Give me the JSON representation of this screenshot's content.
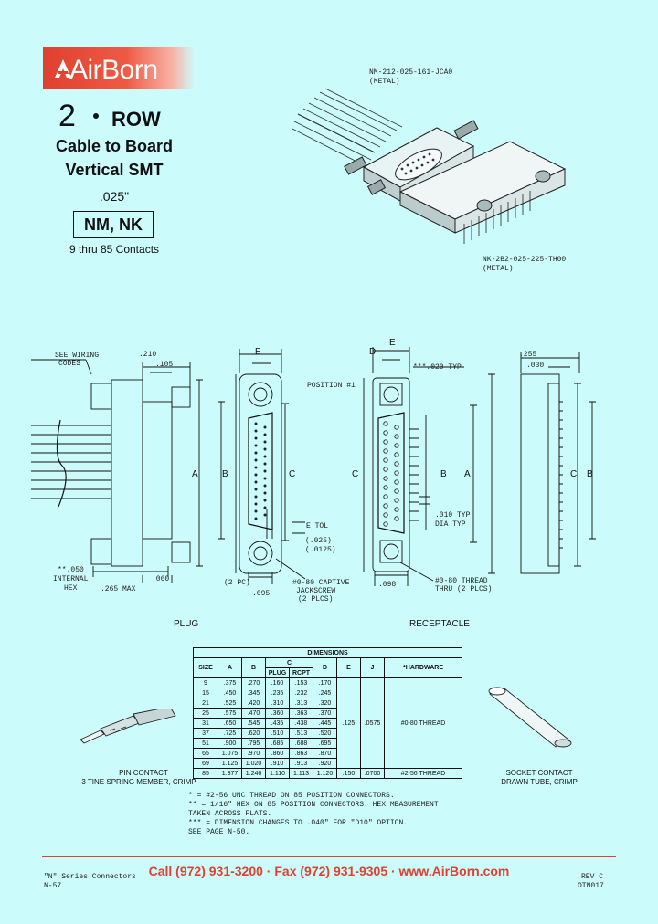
{
  "brand": {
    "logo_text": "AirBorn"
  },
  "heading": {
    "row_number": "2",
    "row_word": "ROW",
    "subtitle_1": "Cable to Board",
    "subtitle_2": "Vertical SMT",
    "pitch": ".025\"",
    "series": "NM, NK",
    "contacts": "9 thru 85 Contacts"
  },
  "photo": {
    "part_top": "NM-212-025-161-JCA0",
    "part_top_note": "(METAL)",
    "part_bottom": "NK-2B2-025-225-TH00",
    "part_bottom_note": "(METAL)"
  },
  "drawing": {
    "see_wiring": "SEE WIRING",
    "codes": "CODES",
    "dim_210": ".210",
    "dim_105": ".105",
    "dim_090": "**.050",
    "internal": "INTERNAL",
    "hex": "HEX",
    "dim_060": ".060",
    "dim_265": ".265 MAX",
    "letter_a": "A",
    "letter_b": "B",
    "letter_c": "C",
    "letter_e": "E",
    "letter_d": "D",
    "position_1": "POSITION #1",
    "e_tol": "E TOL",
    "dim_025": "(.025)",
    "dim_0125": "(.0125)",
    "dim_2pc": "(2 PC)",
    "dim_095": ".095",
    "jackscrew_1": "#0-80 CAPTIVE",
    "jackscrew_2": "JACKSCREW",
    "jackscrew_3": "(2 PLCS)",
    "typ": "***.020 TYP",
    "dim_010": ".010 TYP",
    "dia_typ": "DIA TYP",
    "dim_098": ".098",
    "thread_1": "#0-80 THREAD",
    "thread_2": "THRU (2 PLCS)",
    "dim_255": ".255",
    "dim_030": ".030",
    "plug_label": "PLUG",
    "receptacle_label": "RECEPTACLE"
  },
  "table": {
    "title": "DIMENSIONS",
    "headers": [
      "SIZE",
      "A",
      "B",
      "C",
      "D",
      "E",
      "J",
      "*HARDWARE"
    ],
    "c_sub": [
      "PLUG",
      "RCPT"
    ],
    "rows": [
      [
        "9",
        ".375",
        ".270",
        ".160",
        ".153",
        ".170"
      ],
      [
        "15",
        ".450",
        ".345",
        ".235",
        ".232",
        ".245"
      ],
      [
        "21",
        ".525",
        ".420",
        ".310",
        ".313",
        ".320"
      ],
      [
        "25",
        ".575",
        ".470",
        ".360",
        ".363",
        ".370"
      ],
      [
        "31",
        ".650",
        ".545",
        ".435",
        ".438",
        ".445"
      ],
      [
        "37",
        ".725",
        ".620",
        ".510",
        ".513",
        ".520"
      ],
      [
        "51",
        ".900",
        ".795",
        ".685",
        ".688",
        ".695"
      ],
      [
        "65",
        "1.075",
        ".970",
        ".860",
        ".863",
        ".870"
      ],
      [
        "69",
        "1.125",
        "1.020",
        ".910",
        ".913",
        ".920"
      ],
      [
        "85",
        "1.377",
        "1.246",
        "1.110",
        "1.113",
        "1.120"
      ]
    ],
    "e_main": ".125",
    "j_main": ".0575",
    "hw_main": "#0-80 THREAD",
    "e_last": ".150",
    "j_last": ".0700",
    "hw_last": "#2-56 THREAD"
  },
  "pin": {
    "label_1": "PIN CONTACT",
    "label_2": "3 TINE SPRING MEMBER, CRIMP"
  },
  "socket": {
    "label_1": "SOCKET CONTACT",
    "label_2": "DRAWN TUBE, CRIMP"
  },
  "notes": [
    "*   =  #2-56 UNC THREAD ON 85 POSITION CONNECTORS.",
    "**  =  1/16\" HEX ON 85 POSITION CONNECTORS.  HEX MEASUREMENT",
    "        TAKEN ACROSS FLATS.",
    "*** =  DIMENSION CHANGES TO .040\" FOR \"D10\" OPTION.",
    "        SEE PAGE N-50."
  ],
  "footer": {
    "contact_line": "Call (972) 931-3200 · Fax (972) 931-9305 · www.AirBorn.com",
    "series": "\"N\" Series Connectors",
    "page": "N-57",
    "rev": "REV C",
    "date": "OTN017"
  },
  "colors": {
    "brand_red": "#e0402f",
    "background": "#ccfbfb"
  }
}
